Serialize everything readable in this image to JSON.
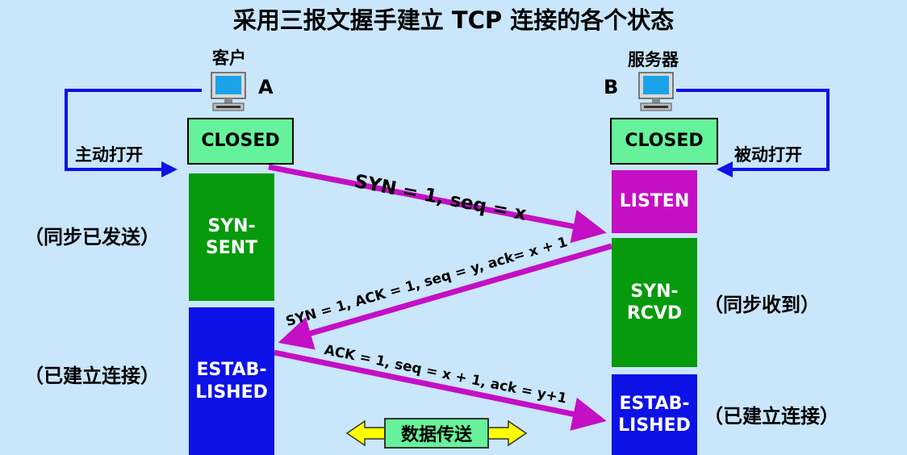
{
  "title": "采用三报文握手建立 TCP 连接的各个状态",
  "client": {
    "name": "客户",
    "letter": "A",
    "active_open": "主动打开"
  },
  "server": {
    "name": "服务器",
    "letter": "B",
    "passive_open": "被动打开"
  },
  "client_states": {
    "closed": "CLOSED",
    "syn_sent": "SYN-\nSENT",
    "established": "ESTAB-\nLISHED"
  },
  "server_states": {
    "closed": "CLOSED",
    "listen": "LISTEN",
    "syn_rcvd": "SYN-\nRCVD",
    "established": "ESTAB-\nLISHED"
  },
  "notes": {
    "syn_sent": "（同步已发送）",
    "client_established": "（已建立连接）",
    "syn_rcvd": "（同步收到）",
    "server_established": "（已建立连接）"
  },
  "messages": {
    "syn": "SYN = 1, seq = x",
    "syn_ack": "SYN = 1, ACK = 1, seq = y, ack= x + 1",
    "ack": "ACK = 1, seq = x + 1, ack = y+1"
  },
  "data_transfer": "数据传送",
  "colors": {
    "background": "#c9e6fb",
    "closed": "#66f29a",
    "green_state": "#079a0c",
    "magenta_state": "#c40fc4",
    "blue_state": "#0d12e6",
    "arrow": "#c40fc4",
    "open_arrow": "#0d12e6",
    "data_arrow": "#ffff00"
  }
}
